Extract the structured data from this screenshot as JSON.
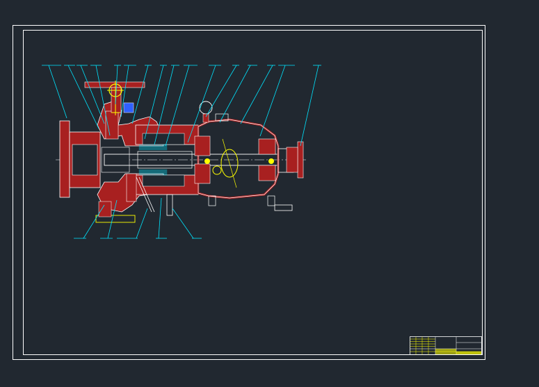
{
  "drawing": {
    "background": "#212830",
    "colors": {
      "frame": "#ffffff",
      "section": "#a82020",
      "outline": "#ffffff",
      "leader": "#00e5ff",
      "highlight": "#ffff00",
      "accent": "#3060ff"
    },
    "part_labels_top": 16,
    "part_labels_bottom": 5,
    "title_block_rows": 7
  }
}
